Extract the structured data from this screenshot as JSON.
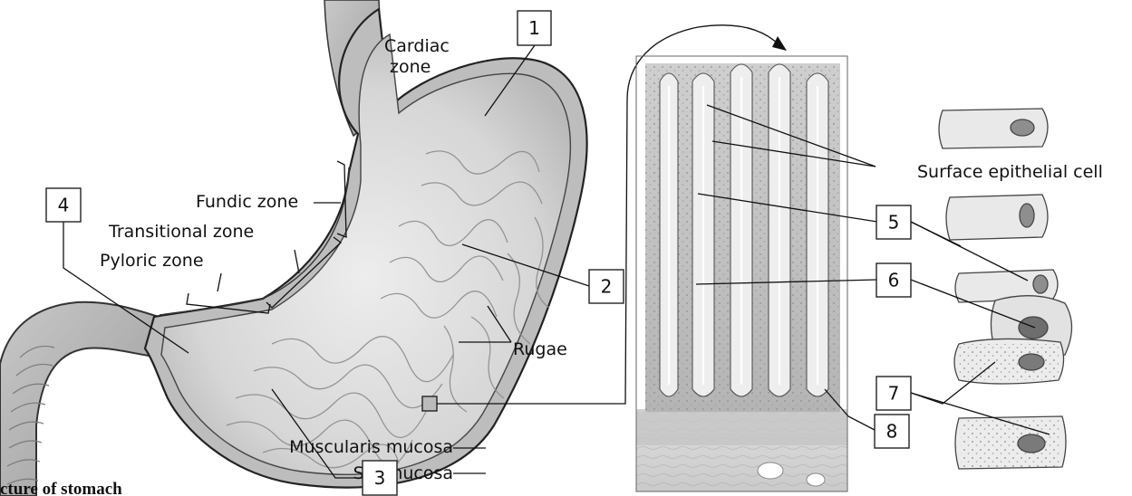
{
  "labels": {
    "cardiac": [
      "Cardiac",
      "zone"
    ],
    "fundic": "Fundic zone",
    "transitional": "Transitional zone",
    "pyloric": "Pyloric zone",
    "rugae": "Rugae",
    "surface_epithelial": "Surface epithelial cell",
    "muscularis": "Muscularis mucosa",
    "submucosa": "Submucosa"
  },
  "numbers": [
    "1",
    "2",
    "3",
    "4",
    "5",
    "6",
    "7",
    "8"
  ],
  "caption": "cture of stomach"
}
